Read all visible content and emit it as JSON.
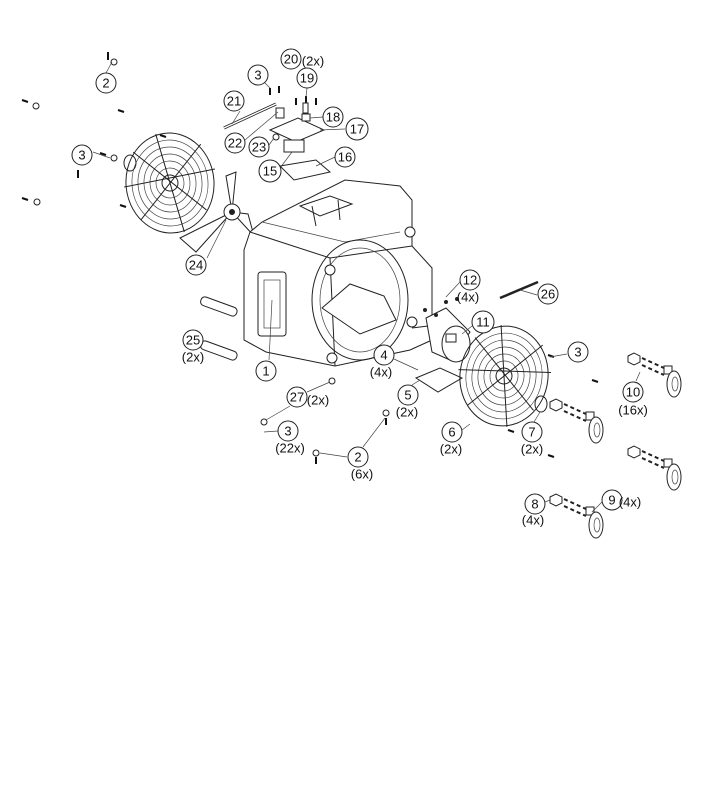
{
  "diagram": {
    "title_visible": false,
    "callouts": [
      {
        "id": "c-2a",
        "label": "2"
      },
      {
        "id": "c-3a",
        "label": "3"
      },
      {
        "id": "c-20",
        "label": "20",
        "qty": "(2x)"
      },
      {
        "id": "c-19",
        "label": "19"
      },
      {
        "id": "c-21",
        "label": "21"
      },
      {
        "id": "c-18",
        "label": "18"
      },
      {
        "id": "c-17",
        "label": "17"
      },
      {
        "id": "c-22",
        "label": "22"
      },
      {
        "id": "c-23",
        "label": "23"
      },
      {
        "id": "c-16",
        "label": "16"
      },
      {
        "id": "c-15",
        "label": "15"
      },
      {
        "id": "c-3b",
        "label": "3"
      },
      {
        "id": "c-24",
        "label": "24"
      },
      {
        "id": "c-12",
        "label": "12",
        "qty": "(4x)"
      },
      {
        "id": "c-26",
        "label": "26"
      },
      {
        "id": "c-11",
        "label": "11"
      },
      {
        "id": "c-25",
        "label": "25",
        "qty": "(2x)"
      },
      {
        "id": "c-4",
        "label": "4",
        "qty": "(4x)"
      },
      {
        "id": "c-3c",
        "label": "3"
      },
      {
        "id": "c-1",
        "label": "1"
      },
      {
        "id": "c-10",
        "label": "10",
        "qty": "(16x)"
      },
      {
        "id": "c-5",
        "label": "5",
        "qty": "(2x)"
      },
      {
        "id": "c-27",
        "label": "27",
        "qty": "(2x)"
      },
      {
        "id": "c-6",
        "label": "6",
        "qty": "(2x)"
      },
      {
        "id": "c-7",
        "label": "7",
        "qty": "(2x)"
      },
      {
        "id": "c-3d",
        "label": "3",
        "qty": "(22x)"
      },
      {
        "id": "c-2b",
        "label": "2",
        "qty": "(6x)"
      },
      {
        "id": "c-8",
        "label": "8",
        "qty": "(4x)"
      },
      {
        "id": "c-9",
        "label": "9",
        "qty": "(4x)"
      }
    ]
  }
}
